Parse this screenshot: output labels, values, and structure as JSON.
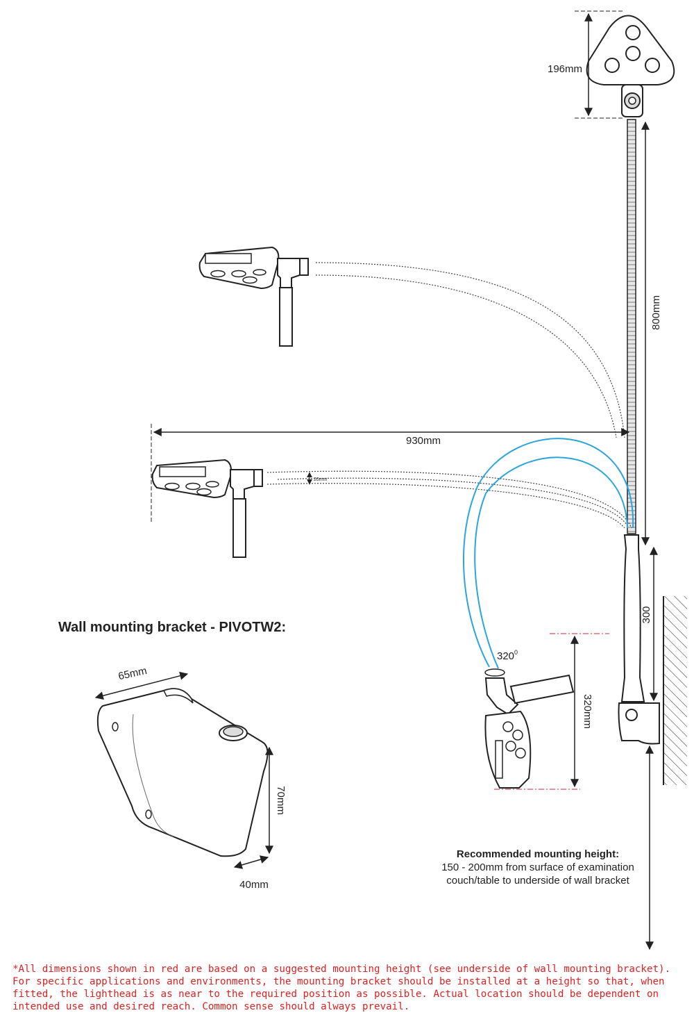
{
  "dimensions": {
    "head_height": "196mm",
    "arm_length": "800mm",
    "reach": "930mm",
    "arm_offset": "20mm",
    "lower_stem": "300",
    "rotation": "320",
    "rotation_sup": "0",
    "drop": "320mm"
  },
  "bracket": {
    "heading": "Wall mounting bracket - PIVOTW2:",
    "width": "65mm",
    "height": "70mm",
    "depth": "40mm"
  },
  "recommendation": {
    "title": "Recommended mounting height:",
    "line1": "150 - 200mm from surface of examination",
    "line2": "couch/table to underside of wall bracket"
  },
  "footnote": "*All dimensions shown in red are based on a suggested mounting height (see underside of wall mounting bracket). For specific applications and environments, the mounting bracket should be installed at a height so that, when fitted, the lighthead is as near to the required position as possible. Actual location should be dependent on intended use and desired reach. Common sense should always prevail.",
  "colors": {
    "line": "#222222",
    "accent_blue": "#2aa5e0",
    "accent_red": "#e02020",
    "hatch": "#444444"
  }
}
